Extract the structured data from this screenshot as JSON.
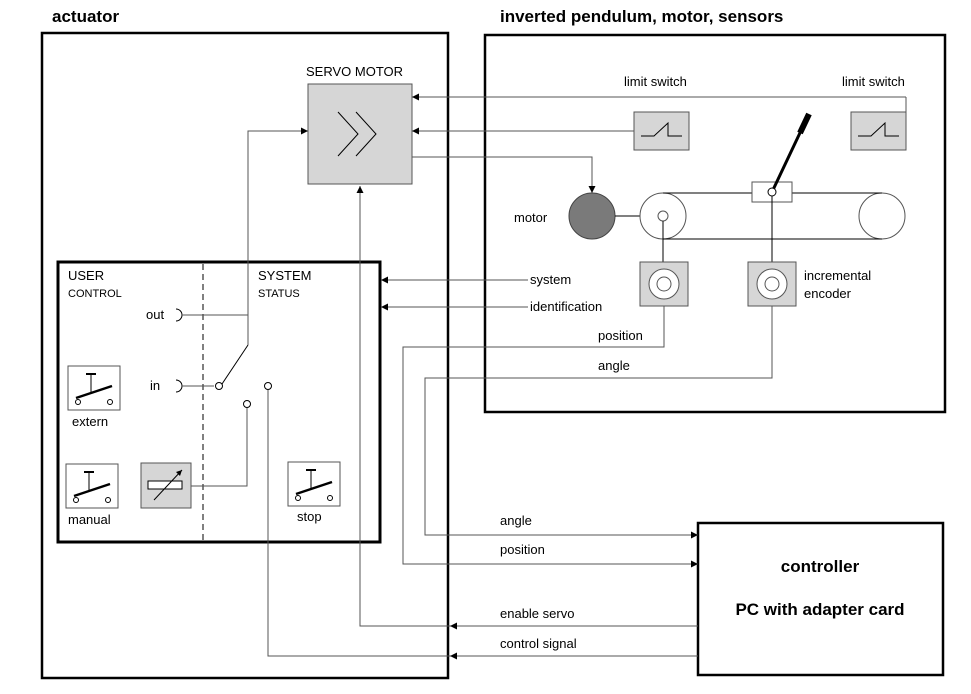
{
  "headings": {
    "actuator": "actuator",
    "plant": "inverted pendulum, motor, sensors"
  },
  "servo_motor": {
    "label": "SERVO MOTOR"
  },
  "plant": {
    "limit_switch_left": "limit switch",
    "limit_switch_right": "limit switch",
    "motor": "motor",
    "incremental": "incremental",
    "encoder": "encoder"
  },
  "panel": {
    "user_1": "USER",
    "user_2": "CONTROL",
    "system_1": "SYSTEM",
    "system_2": "STATUS",
    "out": "out",
    "in": "in",
    "extern": "extern",
    "manual": "manual",
    "stop": "stop"
  },
  "signals": {
    "system": "system",
    "identification": "identification",
    "position": "position",
    "angle": "angle",
    "angle_out": "angle",
    "position_out": "position",
    "enable_servo": "enable servo",
    "control_signal": "control signal"
  },
  "controller": {
    "title": "controller",
    "subtitle": "PC with adapter card"
  },
  "colors": {
    "block_fill": "#d6d6d6",
    "motor_fill": "#7a7a7a",
    "line": "#555555"
  }
}
